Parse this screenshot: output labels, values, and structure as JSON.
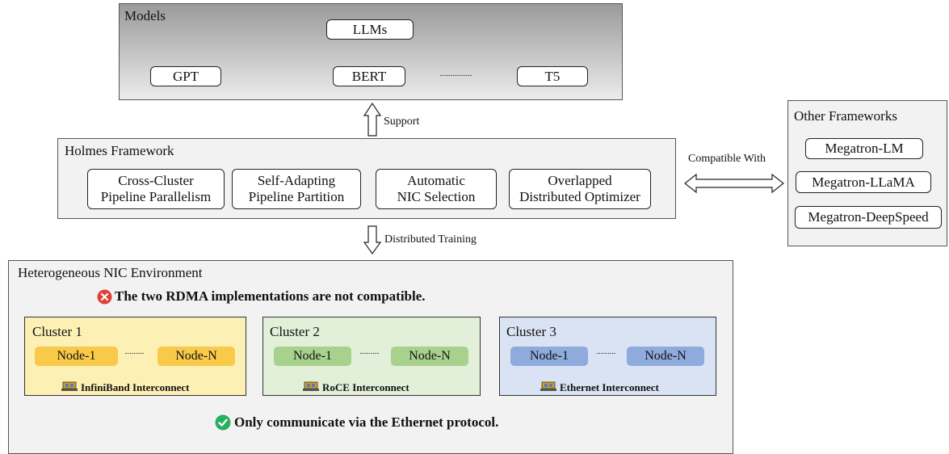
{
  "models": {
    "title": "Models",
    "root": "LLMs",
    "items": [
      "GPT",
      "BERT",
      "T5"
    ],
    "ellipsis": "···············"
  },
  "support_label": "Support",
  "holmes": {
    "title": "Holmes Framework",
    "components": [
      {
        "line1": "Cross-Cluster",
        "line2": "Pipeline Parallelism"
      },
      {
        "line1": "Self-Adapting",
        "line2": "Pipeline Partition"
      },
      {
        "line1": "Automatic",
        "line2": "NIC Selection"
      },
      {
        "line1": "Overlapped",
        "line2": "Distributed Optimizer"
      }
    ]
  },
  "compatible_label": "Compatible With",
  "other": {
    "title": "Other Frameworks",
    "items": [
      "Megatron-LM",
      "Megatron-LLaMA",
      "Megatron-DeepSpeed"
    ]
  },
  "training_label": "Distributed Training",
  "nic_env": {
    "title": "Heterogeneous NIC Environment",
    "incompatible_note": "The two RDMA implementations are not compatible.",
    "ethernet_note": "Only communicate via the Ethernet protocol.",
    "clusters": [
      {
        "name": "Cluster 1",
        "node_first": "Node-1",
        "node_last": "Node-N",
        "interconnect": "InfiniBand Interconnect",
        "dots": "·········"
      },
      {
        "name": "Cluster 2",
        "node_first": "Node-1",
        "node_last": "Node-N",
        "interconnect": "RoCE Interconnect",
        "dots": "·········"
      },
      {
        "name": "Cluster 3",
        "node_first": "Node-1",
        "node_last": "Node-N",
        "interconnect": "Ethernet Interconnect",
        "dots": "·········"
      }
    ]
  },
  "colors": {
    "cluster1_bg": "#fdf0b4",
    "cluster1_node": "#f9c94a",
    "cluster2_bg": "#e2efd9",
    "cluster2_node": "#a9d18e",
    "cluster3_bg": "#dae3f3",
    "cluster3_node": "#8faadc",
    "error": "#e0403a",
    "ok": "#27ae60"
  }
}
